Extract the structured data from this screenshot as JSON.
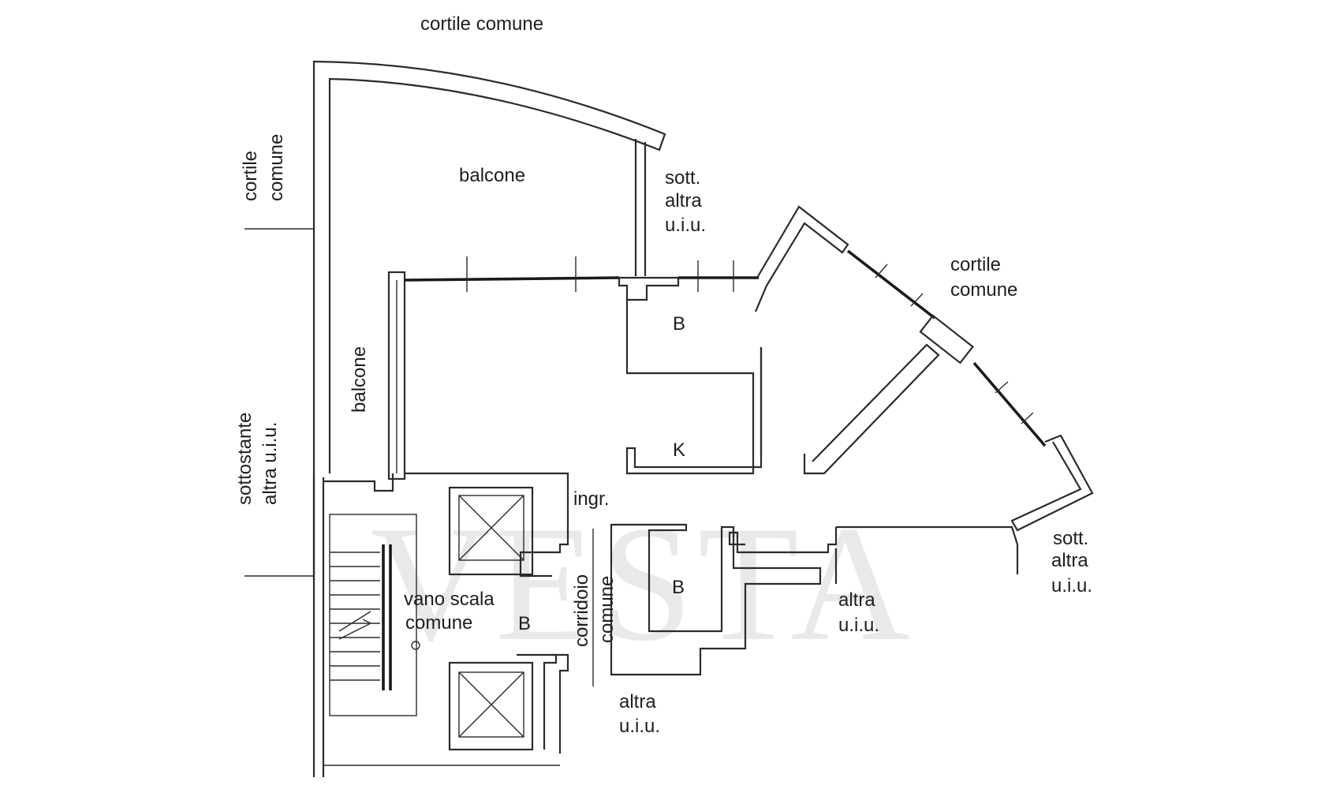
{
  "watermark": "VESTA",
  "labels": {
    "cortile_comune_top": "cortile comune",
    "cortile_left_1": "cortile",
    "cortile_left_2": "comune",
    "balcone_top": "balcone",
    "balcone_left": "balcone",
    "sott_top_1": "sott.",
    "sott_top_2": "altra",
    "sott_top_3": "u.i.u.",
    "cortile_right_1": "cortile",
    "cortile_right_2": "comune",
    "b_bath_top": "B",
    "k_kitchen": "K",
    "sottostante_1": "sottostante",
    "sottostante_2": "altra u.i.u.",
    "ingr": "ingr.",
    "vano_scala_1": "vano scala",
    "vano_scala_2": "comune",
    "b_stair": "B",
    "corridoio_1": "corridoio",
    "corridoio_2": "comune",
    "b_bath_bottom": "B",
    "altra_mid_1": "altra",
    "altra_mid_2": "u.i.u.",
    "sott_right_1": "sott.",
    "sott_right_2": "altra",
    "sott_right_3": "u.i.u.",
    "altra_bottom_1": "altra",
    "altra_bottom_2": "u.i.u."
  }
}
